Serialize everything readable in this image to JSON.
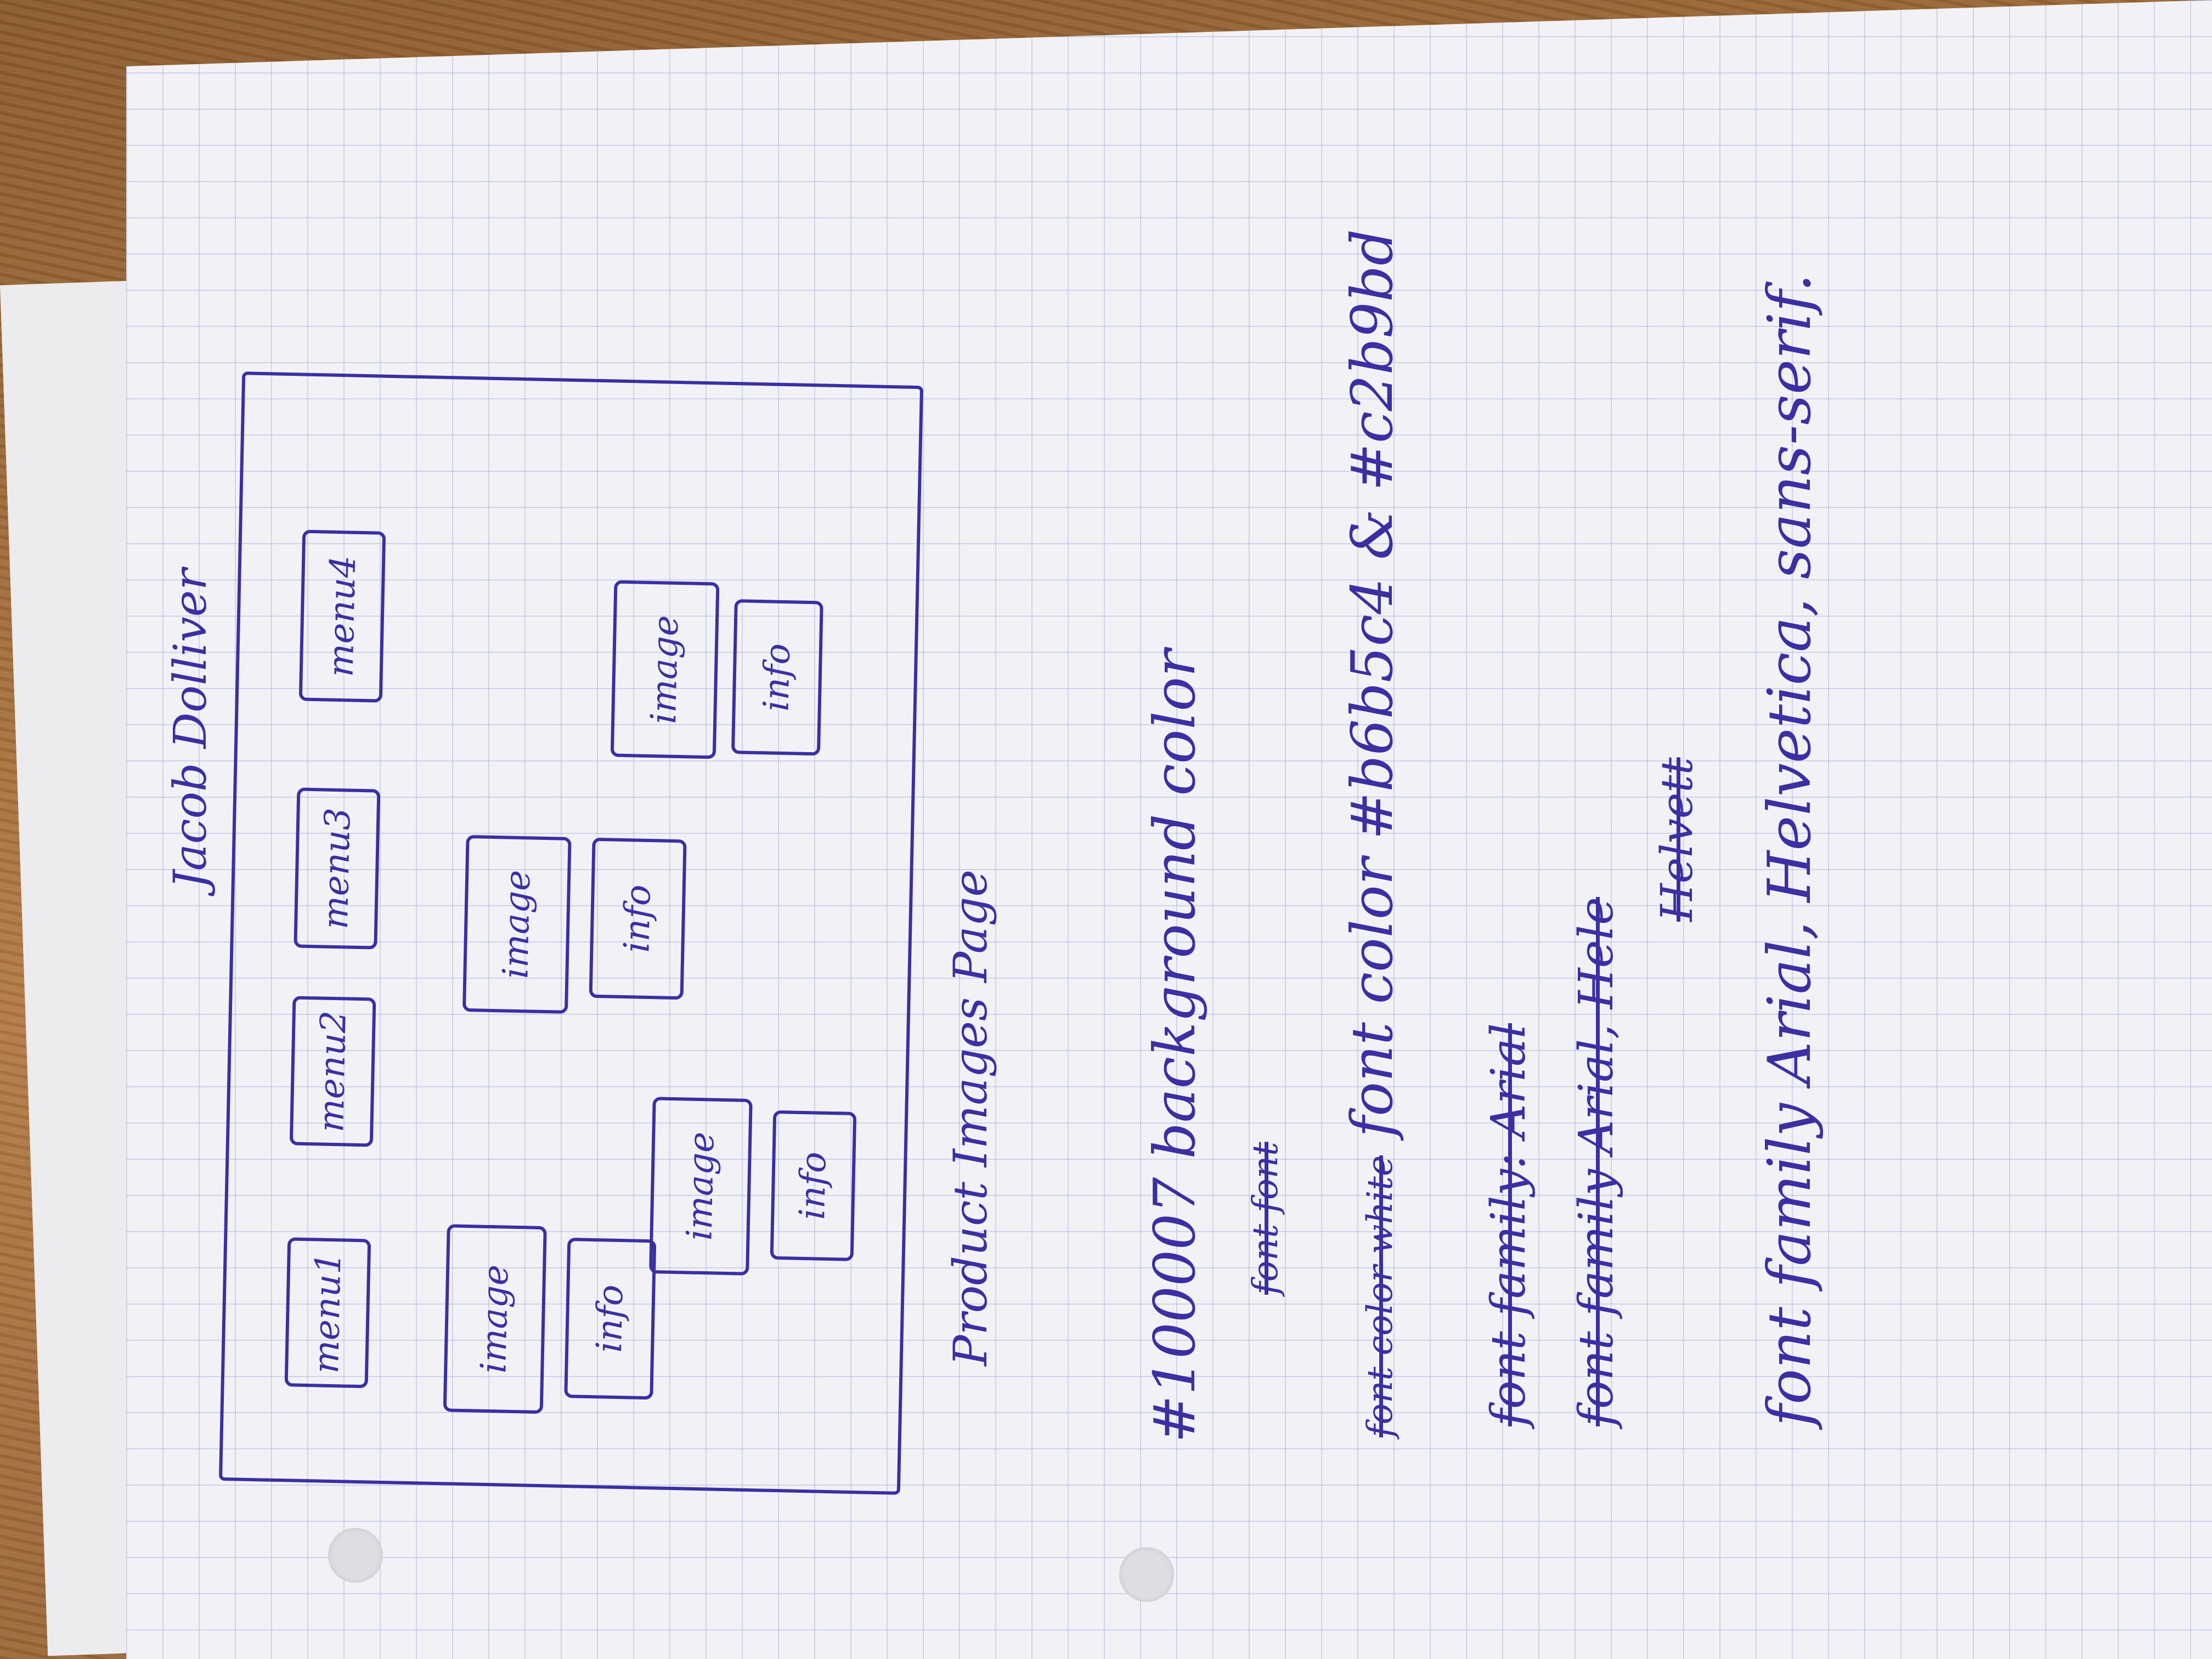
{
  "author": "Jacob Dolliver",
  "wireframe": {
    "menus": [
      "menu1",
      "menu2",
      "menu3",
      "menu4"
    ],
    "image_label": "image",
    "info_label": "info"
  },
  "caption": "Product Images Page",
  "notes": {
    "background": "#100007 background color",
    "scribble": "font font",
    "font_color_struck": "font color white",
    "font_color": "font color #b6b5c4 & #c2b9bd",
    "font_family_struck_1": "font family: Arial",
    "font_family_struck_2": "font family Arial, Hele",
    "helvett": "Helvett",
    "font_family": "font family Arial, Helvetica, sans-serif."
  },
  "colors": {
    "ink": "#3b2fa3",
    "paper": "#f2f2f6"
  }
}
